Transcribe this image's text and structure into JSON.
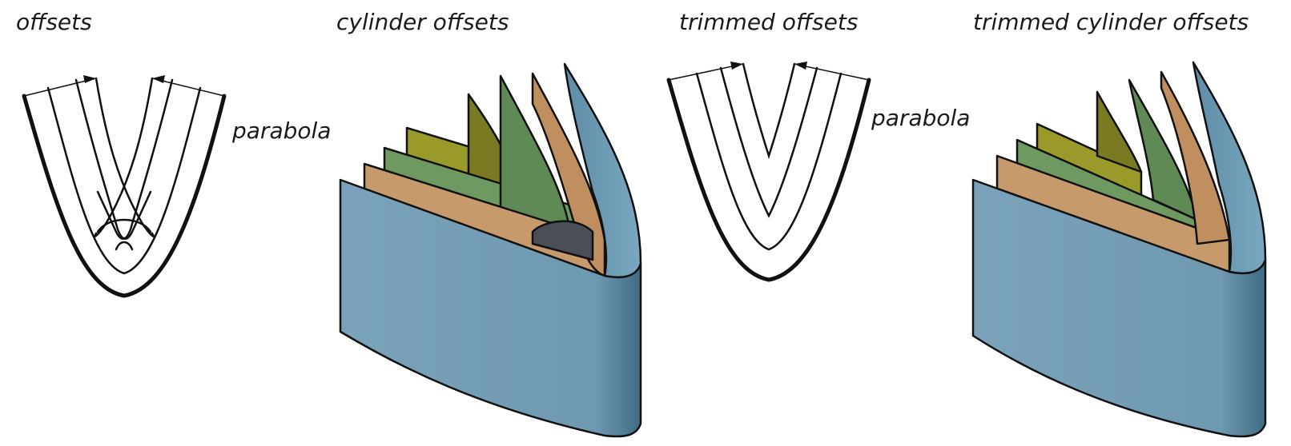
{
  "panels": [
    {
      "title": "offsets",
      "annotation": "parabola"
    },
    {
      "title": "cylinder offsets"
    },
    {
      "title": "trimmed offsets",
      "annotation": "parabola"
    },
    {
      "title": "trimmed cylinder offsets"
    }
  ],
  "colors": {
    "ink": "#111111",
    "blue": "#6f9cb5",
    "blue_dark": "#4f7d96",
    "tan": "#c79a6c",
    "green": "#6e9a62",
    "olive": "#9a9a2a",
    "olive_dark": "#7a7a22",
    "gray_dark": "#4a4f56"
  }
}
